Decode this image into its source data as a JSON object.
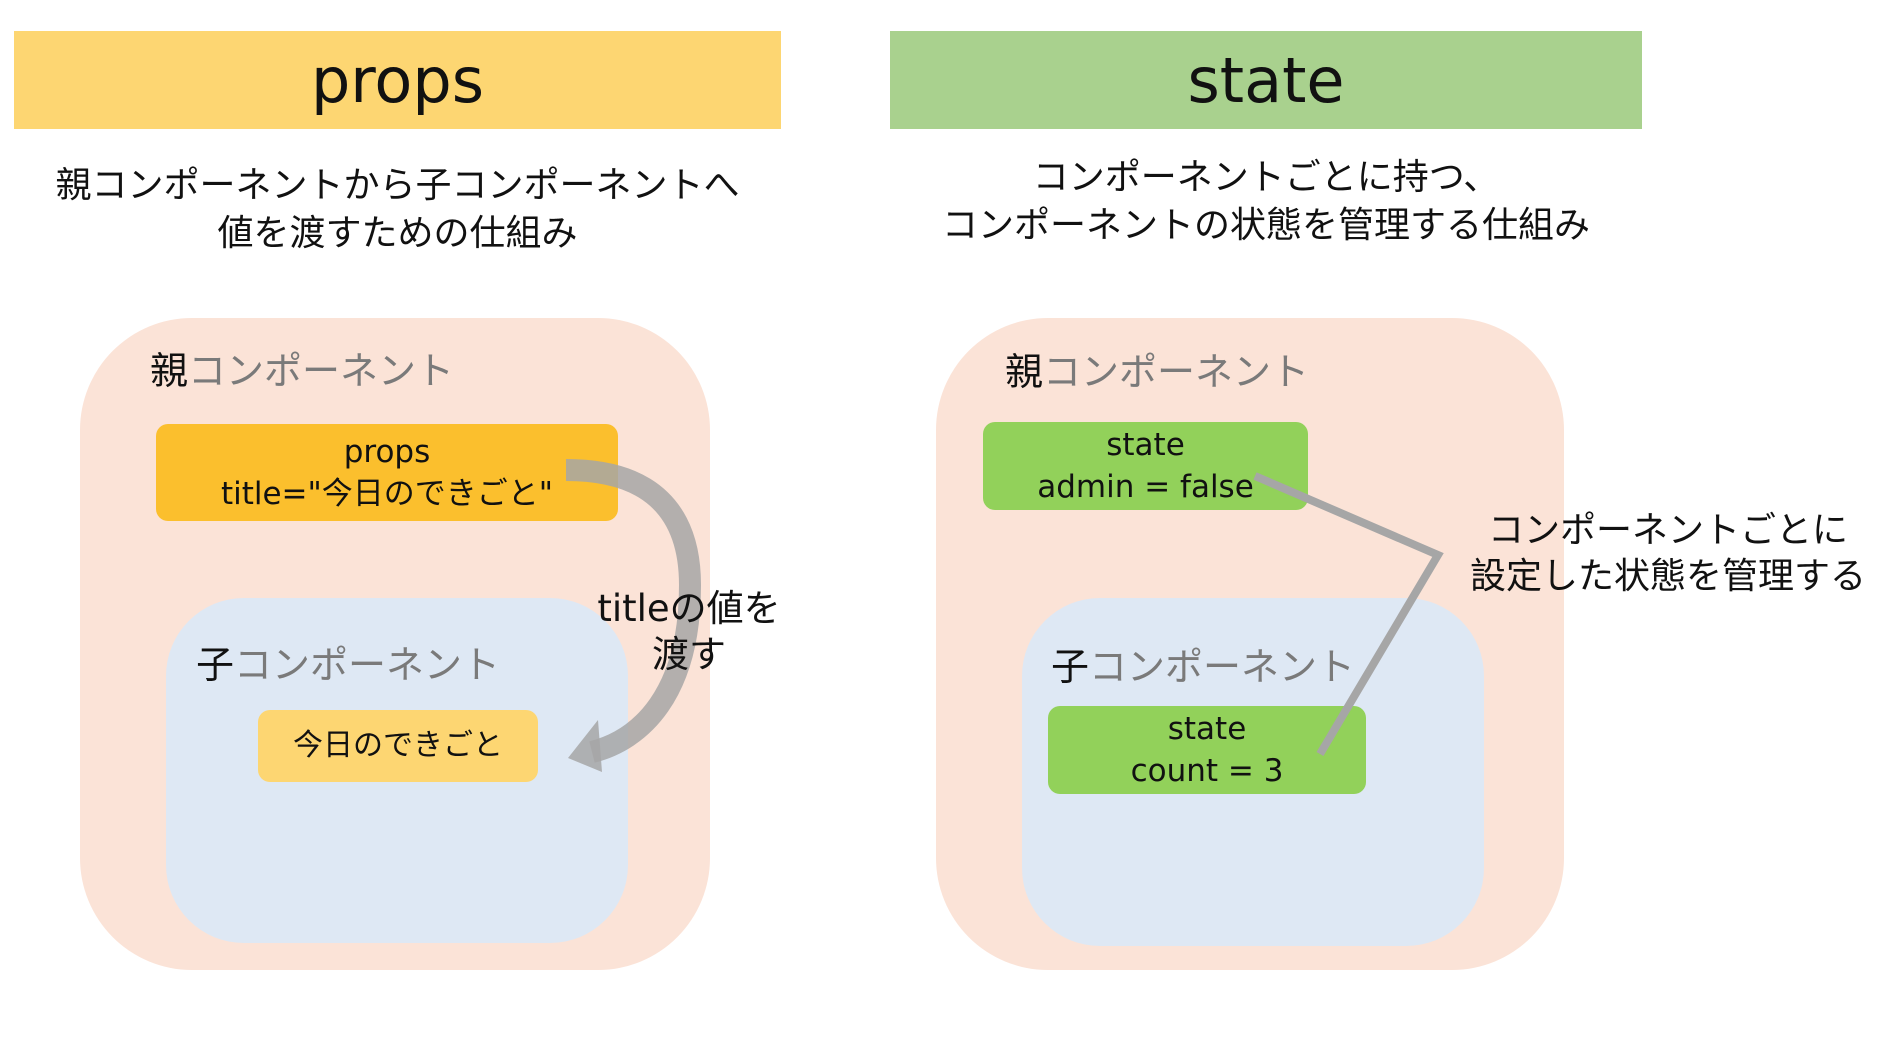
{
  "props_panel": {
    "header": "props",
    "description_lines": [
      "親コンポーネントから子コンポーネントへ",
      "値を渡すための仕組み"
    ],
    "parent_title_kanji": "親",
    "parent_title_rest": "コンポーネント",
    "props_box": {
      "line1": "props",
      "line2": "title=\"今日のできごと\""
    },
    "child_title_kanji": "子",
    "child_title_rest": "コンポーネント",
    "child_value": "今日のできごと",
    "arrow_label_lines": [
      "titleの値を",
      "渡す"
    ]
  },
  "state_panel": {
    "header": "state",
    "description_lines": [
      "コンポーネントごとに持つ、",
      "コンポーネントの状態を管理する仕組み"
    ],
    "parent_title_kanji": "親",
    "parent_title_rest": "コンポーネント",
    "parent_state": {
      "line1": "state",
      "line2": "admin = false"
    },
    "child_title_kanji": "子",
    "child_title_rest": "コンポーネント",
    "child_state": {
      "line1": "state",
      "line2": "count = 3"
    },
    "callout_lines": [
      "コンポーネントごとに",
      "設定した状態を管理する"
    ]
  },
  "colors": {
    "props_header": "#fdd672",
    "state_header": "#a9d18e",
    "parent_bg": "#fbe3d7",
    "child_bg": "#dee8f4",
    "props_box": "#fbbf2d",
    "child_value_box": "#fdd672",
    "state_box": "#92d15a",
    "connector": "#a6a6a6"
  }
}
